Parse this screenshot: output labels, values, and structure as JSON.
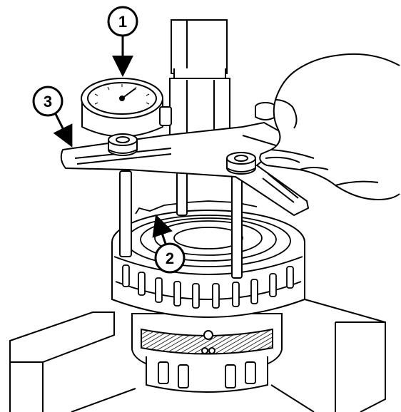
{
  "figure": {
    "stroke_color": "#000000",
    "fill_color": "#ffffff",
    "hatch_color": "#000000"
  },
  "callouts": [
    {
      "id": "1",
      "label": "1",
      "part": "dial-indicator"
    },
    {
      "id": "2",
      "label": "2",
      "part": "clutch-pack"
    },
    {
      "id": "3",
      "label": "3",
      "part": "spring-compressor-fixture"
    }
  ]
}
